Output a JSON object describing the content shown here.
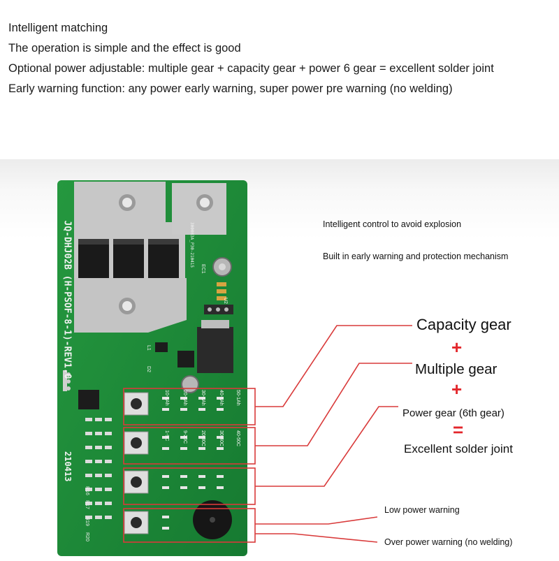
{
  "intro": {
    "lines": [
      "Intelligent matching",
      "The operation is simple and the effect is good",
      "Optional power adjustable: multiple gear + capacity gear + power 6 gear = excellent solder joint",
      "Early warning function: any power early warning, super power pre warning (no welding)"
    ]
  },
  "features": {
    "control": "Intelligent control to avoid explosion",
    "warning": "Built in early warning and protection mechanism"
  },
  "equation": {
    "capacity": "Capacity gear",
    "plus1": "+",
    "multiple": "Multiple gear",
    "plus2": "+",
    "power": "Power gear (6th gear)",
    "equals": "=",
    "result": "Excellent solder joint"
  },
  "warnings": {
    "low": "Low power warning",
    "over": "Over power warning (no welding)"
  },
  "board": {
    "model": "JQ-DHJ02B (H-PSOF-8-1)-REV1.0",
    "date_code": "210413",
    "small_code": "300003A_P30-210415",
    "ref_ec1": "EC1",
    "ref_u2": "U2",
    "ref_l1": "L1",
    "ref_d2": "D2",
    "ref_r16": "R16",
    "ref_r17": "R17",
    "ref_r19": "R19",
    "ref_r20": "R20",
    "capacity_values": [
      "10-1Ah",
      "20-1Ah",
      "30-1Ah",
      "40-1Ah",
      "50-1Ah"
    ],
    "multiple_values": [
      "1-9C",
      "9-20C",
      "20-30C",
      "30-40C",
      "40-50C"
    ],
    "colors": {
      "pcb": "#1f8a3a",
      "pcb_dark": "#166b2c",
      "pad": "#c9c9c9",
      "frame": "#d93a3a"
    }
  }
}
